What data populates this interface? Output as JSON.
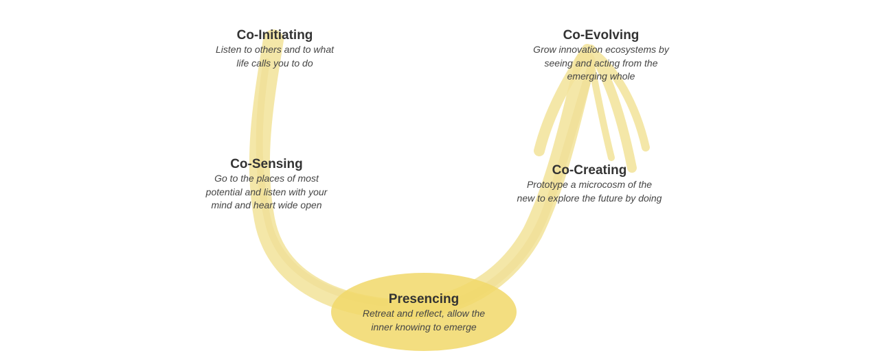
{
  "colors": {
    "stroke": "#f3e39a",
    "ellipse": "#f1d86a",
    "title": "#333333",
    "text": "#444444"
  },
  "stages": [
    {
      "id": "co-initiating",
      "title": "Co-Initiating",
      "lines": [
        "Listen to others and to what",
        "life calls you to do"
      ]
    },
    {
      "id": "co-sensing",
      "title": "Co-Sensing",
      "lines": [
        "Go to the places of most",
        "potential and listen with your",
        "mind and heart wide open"
      ]
    },
    {
      "id": "presencing",
      "title": "Presencing",
      "lines": [
        "Retreat and reflect, allow the",
        "inner knowing to emerge"
      ]
    },
    {
      "id": "co-creating",
      "title": "Co-Creating",
      "lines": [
        "Prototype a microcosm of the",
        "new to explore the future by doing"
      ]
    },
    {
      "id": "co-evolving",
      "title": "Co-Evolving",
      "lines": [
        "Grow innovation ecosystems by",
        "seeing and acting from the",
        "emerging whole"
      ]
    }
  ]
}
